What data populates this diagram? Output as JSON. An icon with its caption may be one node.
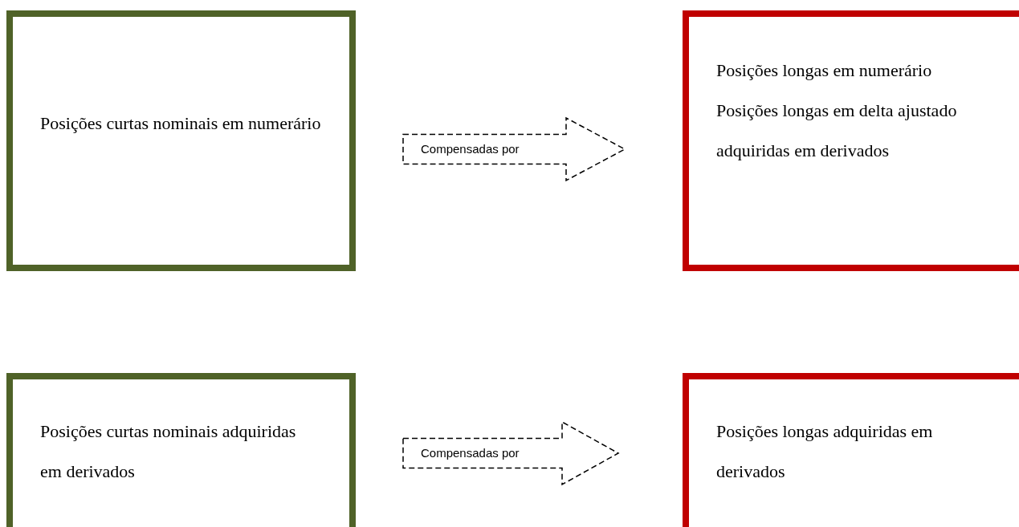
{
  "diagram": {
    "nodes": [
      {
        "text": [
          "Posições curtas nominais em numerário"
        ]
      },
      {
        "text": [
          "Posições longas em numerário",
          "Posições longas em delta ajustado adquiridas em derivados"
        ]
      },
      {
        "text": [
          "Posições curtas nominais adquiridas em derivados"
        ]
      },
      {
        "text": [
          "Posições longas adquiridas em derivados"
        ]
      }
    ],
    "edges": [
      {
        "from": 0,
        "to": 1,
        "arrow": "to",
        "label": "Compensadas por",
        "style": "dashed"
      },
      {
        "from": 2,
        "to": 3,
        "arrow": "to",
        "label": "Compensadas por",
        "style": "dashed"
      }
    ]
  }
}
